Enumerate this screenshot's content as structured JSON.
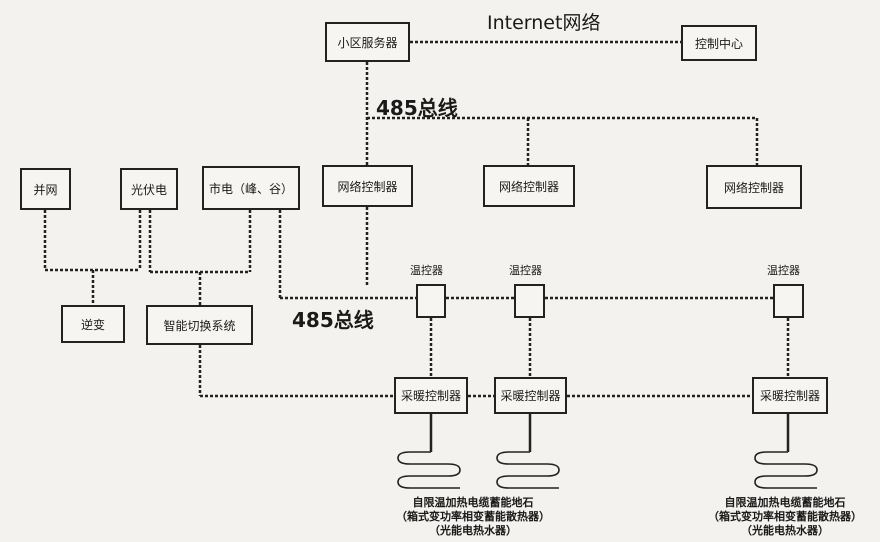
{
  "internet_label": "Internet网络",
  "bus_label_top": "485总线",
  "bus_label_mid": "485总线",
  "nodes": {
    "server": "小区服务器",
    "control_center": "控制中心",
    "net_ctrl_1": "网络控制器",
    "net_ctrl_2": "网络控制器",
    "net_ctrl_3": "网络控制器",
    "grid": "并网",
    "pv": "光伏电",
    "mains": "市电（峰、谷）",
    "inverter": "逆变",
    "smart_switch": "智能切换系统",
    "thermostat_1": "温控器",
    "thermostat_2": "温控器",
    "thermostat_3": "温控器",
    "heat_ctrl_1": "采暖控制器",
    "heat_ctrl_2": "采暖控制器",
    "heat_ctrl_3": "采暖控制器"
  },
  "captions": {
    "left": [
      "自限温加热电缆蓄能地石",
      "（箱式变功率相变蓄能散热器）",
      "（光能电热水器）"
    ],
    "right": [
      "自限温加热电缆蓄能地石",
      "（箱式变功率相变蓄能散热器）",
      "（光能电热水器）"
    ]
  }
}
